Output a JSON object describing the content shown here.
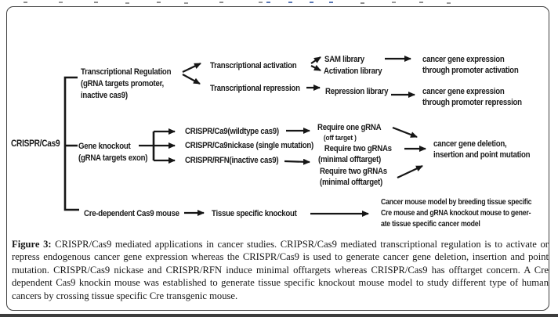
{
  "colors": {
    "text": "#1b1b1b",
    "border": "#3d3d3d",
    "bar": "#3d3d3d",
    "link": "#5b79b5"
  },
  "diagram": {
    "root_label": "CRISPR/Cas9",
    "transcriptional_regulation": {
      "line1": "Transcriptional Regulation",
      "line2": "(gRNA targets promoter,",
      "line3": "inactive cas9)"
    },
    "transcriptional_activation": "Transcriptional activation",
    "transcriptional_repression": "Transcriptional repression",
    "sam_library": "SAM library",
    "activation_library": "Activation library",
    "repression_library": "Repression  library",
    "outcome_promoter_activation": {
      "line1": "cancer gene expression",
      "line2": "through promoter activation"
    },
    "outcome_promoter_repression": {
      "line1": "cancer gene expression",
      "line2": "through promoter repression"
    },
    "gene_knockout": {
      "line1": "Gene knockout",
      "line2": "(gRNA targets exon)"
    },
    "crispr_wildtype": "CRISPR/Ca9(wildtype cas9)",
    "crispr_nickase": "CRISPR/Ca9nickase (single mutation)",
    "crispr_rfn": "CRISPR/RFN(inactive cas9)",
    "require_one_grna": {
      "line1": "Require one gRNA",
      "line2": "(off target )"
    },
    "require_two_grnas_nickase": {
      "line1": "Require two gRNAs",
      "line2": "(minimal offtarget)"
    },
    "require_two_grnas_rfn": {
      "line1": "Require two gRNAs",
      "line2": "(minimal offtarget)"
    },
    "outcome_gene_editing": {
      "line1": "cancer gene deletion,",
      "line2": "insertion and point mutation"
    },
    "cre_dependent_mouse": "Cre-dependent Cas9 mouse",
    "tissue_specific_knockout": "Tissue specific knockout",
    "cancer_mouse_model": {
      "line1": "Cancer mouse model by breeding tissue specific",
      "line2": "Cre mouse and gRNA knockout mouse to gener-",
      "line3": "ate tissue specific cancer model"
    }
  },
  "caption": {
    "label": "Figure 3:",
    "body": " CRISPR/Cas9 mediated applications in cancer studies. CRIPSR/Cas9 mediated transcriptional regulation is to activate or repress endogenous cancer gene expression whereas the CRISPR/Cas9 is used to generate cancer gene deletion, insertion and point mutation. CRISPR/Cas9 nickase and CRISPR/RFN induce minimal offtargets whereas CRISPR/Cas9 has offtarget concern. A Cre dependent Cas9 knockin mouse was established to generate tissue specific knockout mouse model to study different type of human cancers by crossing tissue specific Cre transgenic mouse."
  }
}
